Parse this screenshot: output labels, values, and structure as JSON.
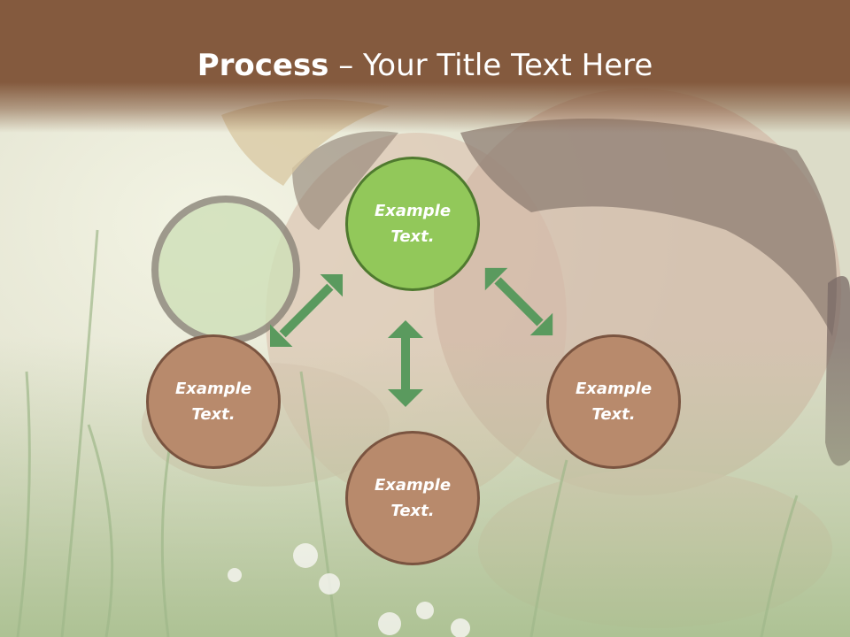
{
  "slide": {
    "title_bold": "Process",
    "title_rest": " – Your Title Text Here"
  },
  "nodes": {
    "top": "Example Text.",
    "left": "Example Text.",
    "right": "Example Text.",
    "bottom": "Example Text."
  },
  "colors": {
    "header": "#845a3e",
    "node_green": "#92c85a",
    "node_brown": "#b88a6c",
    "arrow": "#5a9a5e"
  },
  "background": {
    "description_icon": "photo-kids-magnifying-glass"
  }
}
